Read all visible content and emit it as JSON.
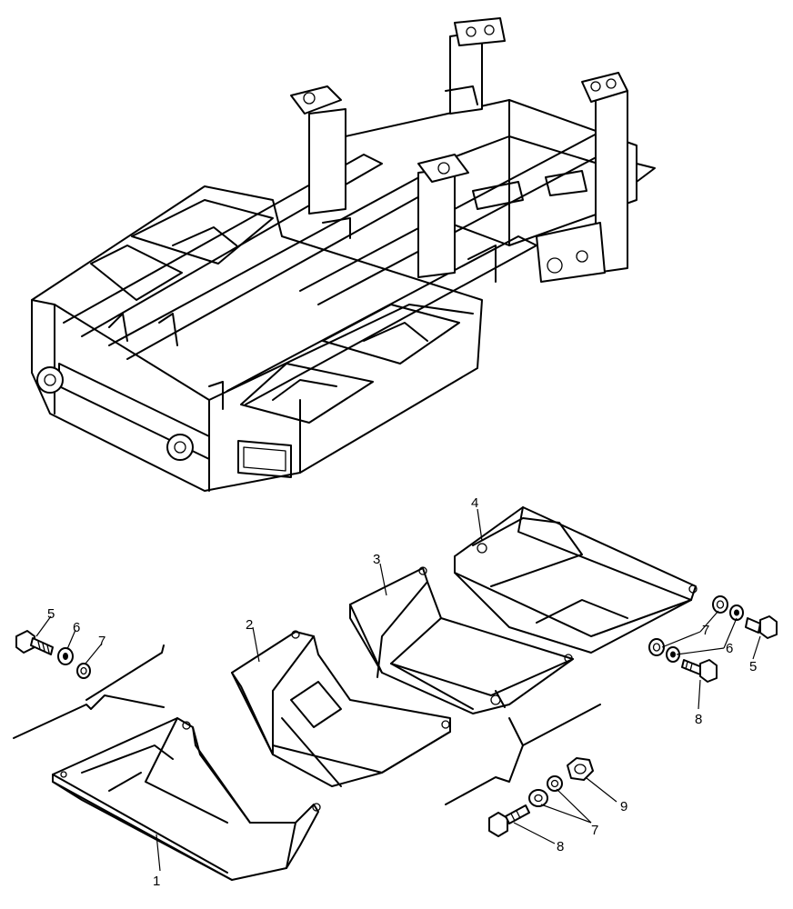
{
  "callouts": {
    "c1": "1",
    "c2": "2",
    "c3": "3",
    "c4": "4",
    "c5_left": "5",
    "c6_left": "6",
    "c7_left": "7",
    "c7_right": "7",
    "c6_right": "6",
    "c5_right": "5",
    "c8_right": "8",
    "c9": "9",
    "c7_bottom": "7",
    "c8_bottom": "8"
  }
}
